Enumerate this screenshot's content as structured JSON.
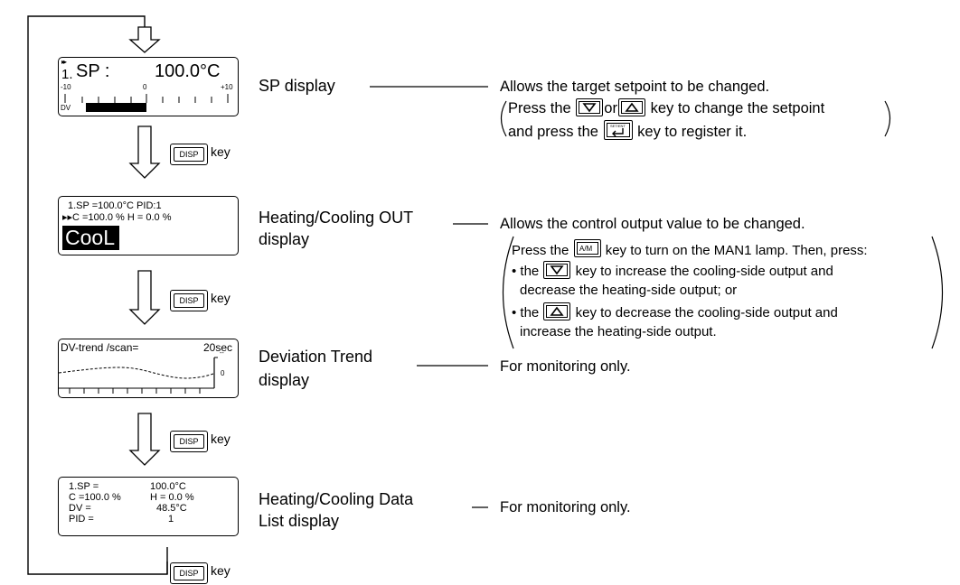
{
  "screens": {
    "sp": {
      "marker": "▸▸",
      "line1_num": "1.",
      "line1_label": "SP :",
      "line1_value": "100.0°C",
      "scale_min": "-10",
      "scale_mid": "0",
      "scale_max": "+10",
      "dv_label": "DV"
    },
    "out": {
      "line1": "1.SP =100.0°C   PID:1",
      "line2": "▸▸C      =100.0 %    H = 0.0 %",
      "big": "CooL"
    },
    "trend": {
      "title": "DV-trend  /scan=",
      "scan": "20sec",
      "top_tick": "--",
      "zero": "0"
    },
    "datalist": {
      "row1_label": "1.SP =",
      "row1_value": "100.0°C",
      "row2_label": "C =100.0 %",
      "row2_value": "H =    0.0 %",
      "row3_label": "DV    =",
      "row3_value": "48.5°C",
      "row4_label": "PID   =",
      "row4_value": "1"
    }
  },
  "keys": {
    "disp_label": "DISP",
    "key_word": "key",
    "set_label": "SET/ENT",
    "am_label": "A/M"
  },
  "labels": {
    "sp": "SP display",
    "out_line1": "Heating/Cooling OUT",
    "out_line2": "display",
    "trend_line1": "Deviation Trend",
    "trend_line2": "display",
    "data_line1": "Heating/Cooling Data",
    "data_line2": "List display"
  },
  "descriptions": {
    "sp_main": "Allows the target setpoint to be changed.",
    "sp_l2a": "Press the",
    "sp_l2b": "or",
    "sp_l2c": "key to change the setpoint",
    "sp_l3a": "and press the",
    "sp_l3b": "key to register it.",
    "out_main": "Allows the control output value to be changed.",
    "out_l1a": "Press the",
    "out_l1b": "key to turn on the MAN1 lamp. Then, press:",
    "out_b1a": "• the",
    "out_b1b": "key to increase the cooling-side output and",
    "out_b1c": "decrease the heating-side output; or",
    "out_b2a": "• the",
    "out_b2b": "key to decrease the cooling-side output and",
    "out_b2c": "increase the heating-side output.",
    "trend_main": "For monitoring only.",
    "data_main": "For monitoring only."
  }
}
